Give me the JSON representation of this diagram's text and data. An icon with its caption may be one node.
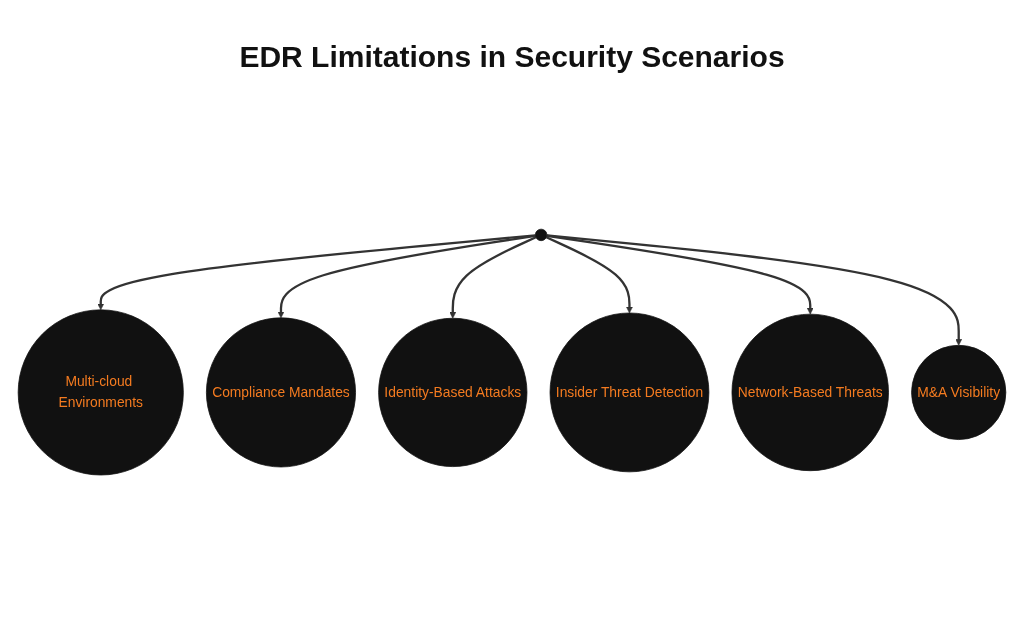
{
  "diagram": {
    "title": "EDR Limitations in Security Scenarios",
    "nodes": [
      {
        "text": [
          "Multi-cloud Environments"
        ]
      },
      {
        "text": [
          "Compliance Mandates"
        ]
      },
      {
        "text": [
          "Identity-Based Attacks"
        ]
      },
      {
        "text": [],
        "shape": "circle"
      },
      {
        "text": [
          "Insider Threat Detection"
        ]
      },
      {
        "text": [
          "Network-Based Threats"
        ]
      },
      {
        "text": [
          "M&A Visibility"
        ]
      }
    ],
    "edges": [
      {
        "from": 3,
        "to": 0,
        "arrow": "to"
      },
      {
        "from": 3,
        "to": 1,
        "arrow": "to"
      },
      {
        "from": 3,
        "to": 2,
        "arrow": "to"
      },
      {
        "from": 3,
        "to": 4,
        "arrow": "to"
      },
      {
        "from": 3,
        "to": 5,
        "arrow": "to"
      },
      {
        "from": 3,
        "to": 6,
        "arrow": "to"
      }
    ]
  }
}
